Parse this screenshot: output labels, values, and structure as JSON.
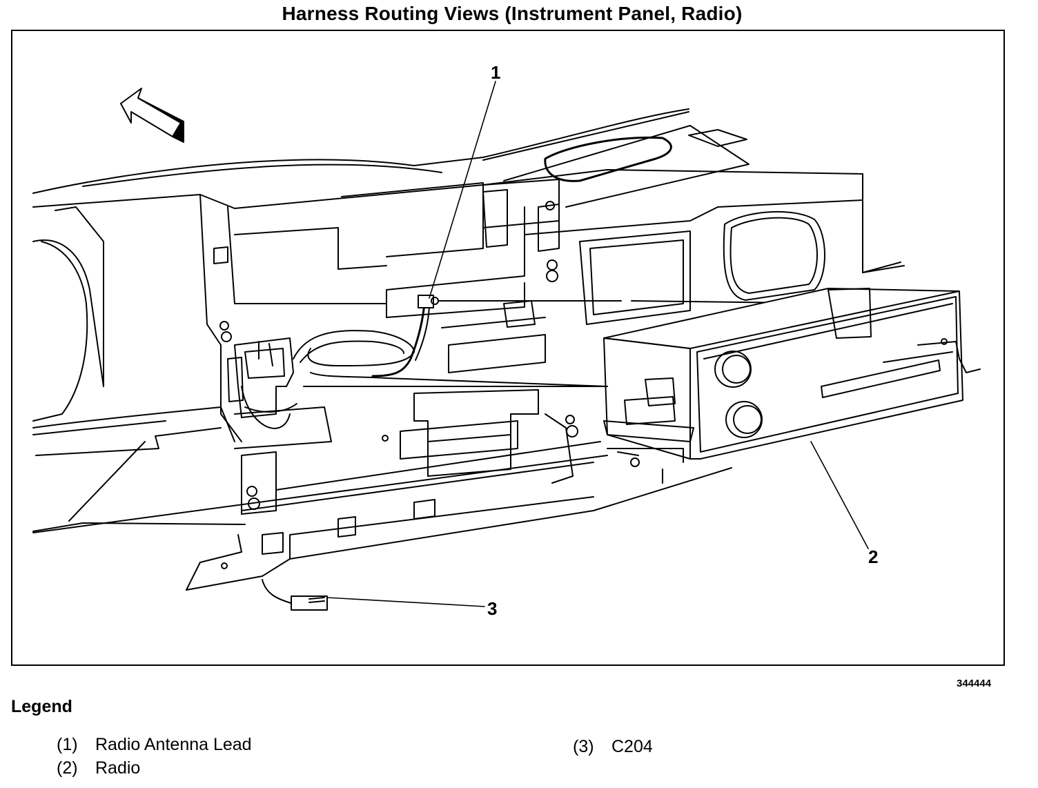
{
  "title": "Harness Routing Views (Instrument Panel, Radio)",
  "figure_id": "344444",
  "callouts": [
    "1",
    "2",
    "3"
  ],
  "legend": {
    "heading": "Legend",
    "items": [
      {
        "num": "(1)",
        "label": "Radio Antenna Lead"
      },
      {
        "num": "(2)",
        "label": "Radio"
      },
      {
        "num": "(3)",
        "label": "C204"
      }
    ]
  },
  "icons": [
    "front-direction-arrow-icon"
  ]
}
